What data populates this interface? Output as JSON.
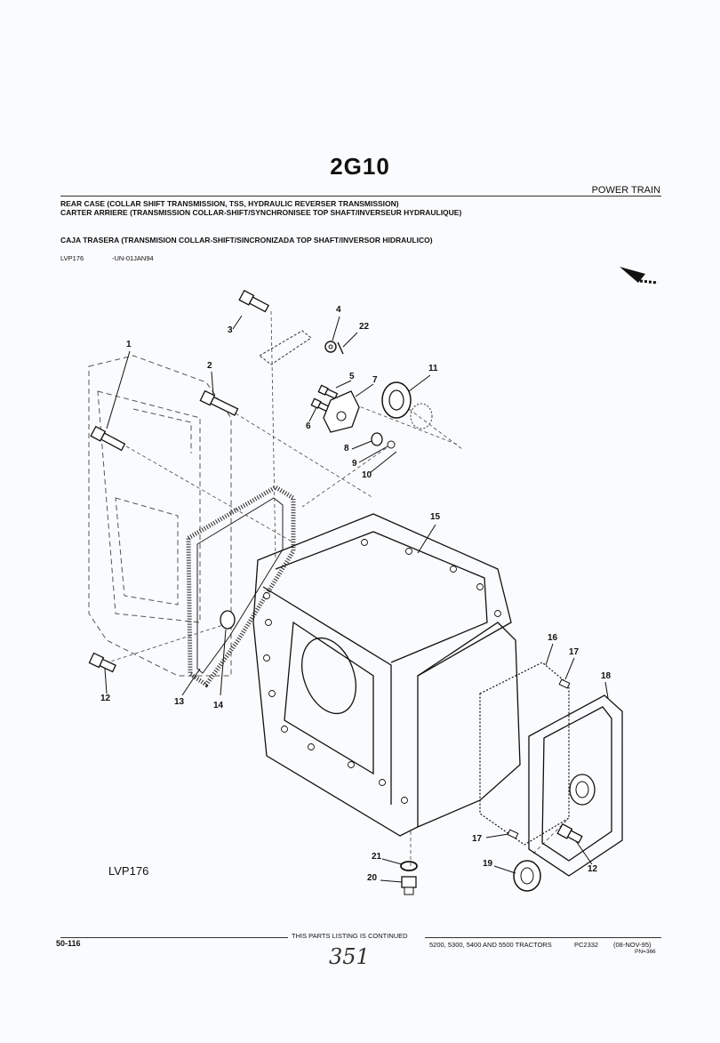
{
  "header": {
    "code": "2G10",
    "section": "POWER TRAIN",
    "title_en": "REAR CASE (COLLAR SHIFT TRANSMISSION, TSS, HYDRAULIC REVERSER TRANSMISSION)",
    "title_fr": "CARTER ARRIERE (TRANSMISSION COLLAR-SHIFT/SYNCHRONISEE TOP SHAFT/INVERSEUR HYDRAULIQUE)",
    "title_es": "CAJA TRASERA (TRANSMISION COLLAR-SHIFT/SINCRONIZADA TOP SHAFT/INVERSOR HIDRAULICO)",
    "ref_id": "LVP176",
    "ref_date": "-UN-01JAN94"
  },
  "figure": {
    "label": "LVP176",
    "callouts": [
      "1",
      "2",
      "3",
      "4",
      "22",
      "5",
      "7",
      "11",
      "6",
      "8",
      "9",
      "10",
      "15",
      "16",
      "17",
      "18",
      "12",
      "13",
      "14",
      "17",
      "21",
      "20",
      "19",
      "12"
    ]
  },
  "footer": {
    "page": "50-116",
    "continued": "THIS PARTS LISTING IS CONTINUED",
    "models": "5200, 5300, 5400 AND 5500 TRACTORS",
    "catalog": "PC2332",
    "date": "(08-NOV-95)",
    "pn": "PN=366",
    "handwritten": "351"
  }
}
